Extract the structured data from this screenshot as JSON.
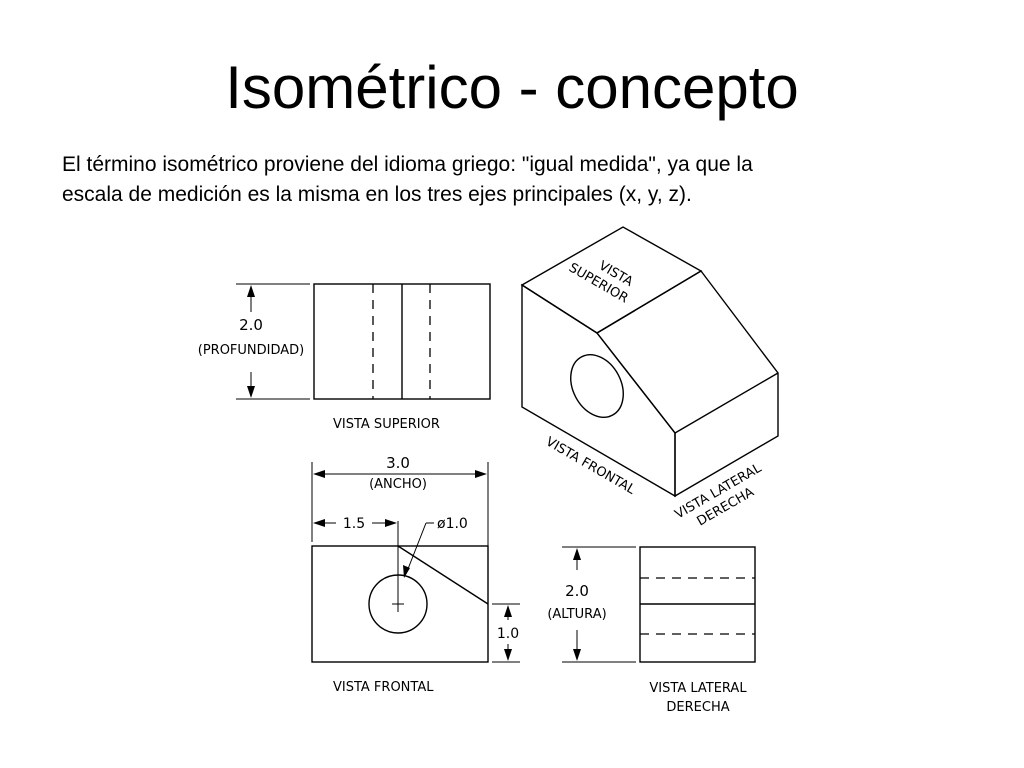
{
  "slide": {
    "title": "Isométrico - concepto",
    "body_line1": "El término isométrico proviene del idioma griego: \"igual medida\", ya que la",
    "body_line2": "escala de medición es la misma en los tres ejes principales (x, y, z)."
  },
  "diagram": {
    "top_view": {
      "label": "VISTA SUPERIOR",
      "dim_value": "2.0",
      "dim_name": "(PROFUNDIDAD)"
    },
    "front_view": {
      "label": "VISTA FRONTAL",
      "width_value": "3.0",
      "width_name": "(ANCHO)",
      "offset_value": "1.5",
      "hole_diameter": "ø1.0",
      "height_value": "1.0"
    },
    "side_view": {
      "label_line1": "VISTA LATERAL",
      "label_line2": "DERECHA",
      "dim_value": "2.0",
      "dim_name": "(ALTURA)"
    },
    "isometric": {
      "top_label_line1": "VISTA",
      "top_label_line2": "SUPERIOR",
      "front_label": "VISTA FRONTAL",
      "right_label_line1": "VISTA LATERAL",
      "right_label_line2": "DERECHA"
    }
  }
}
